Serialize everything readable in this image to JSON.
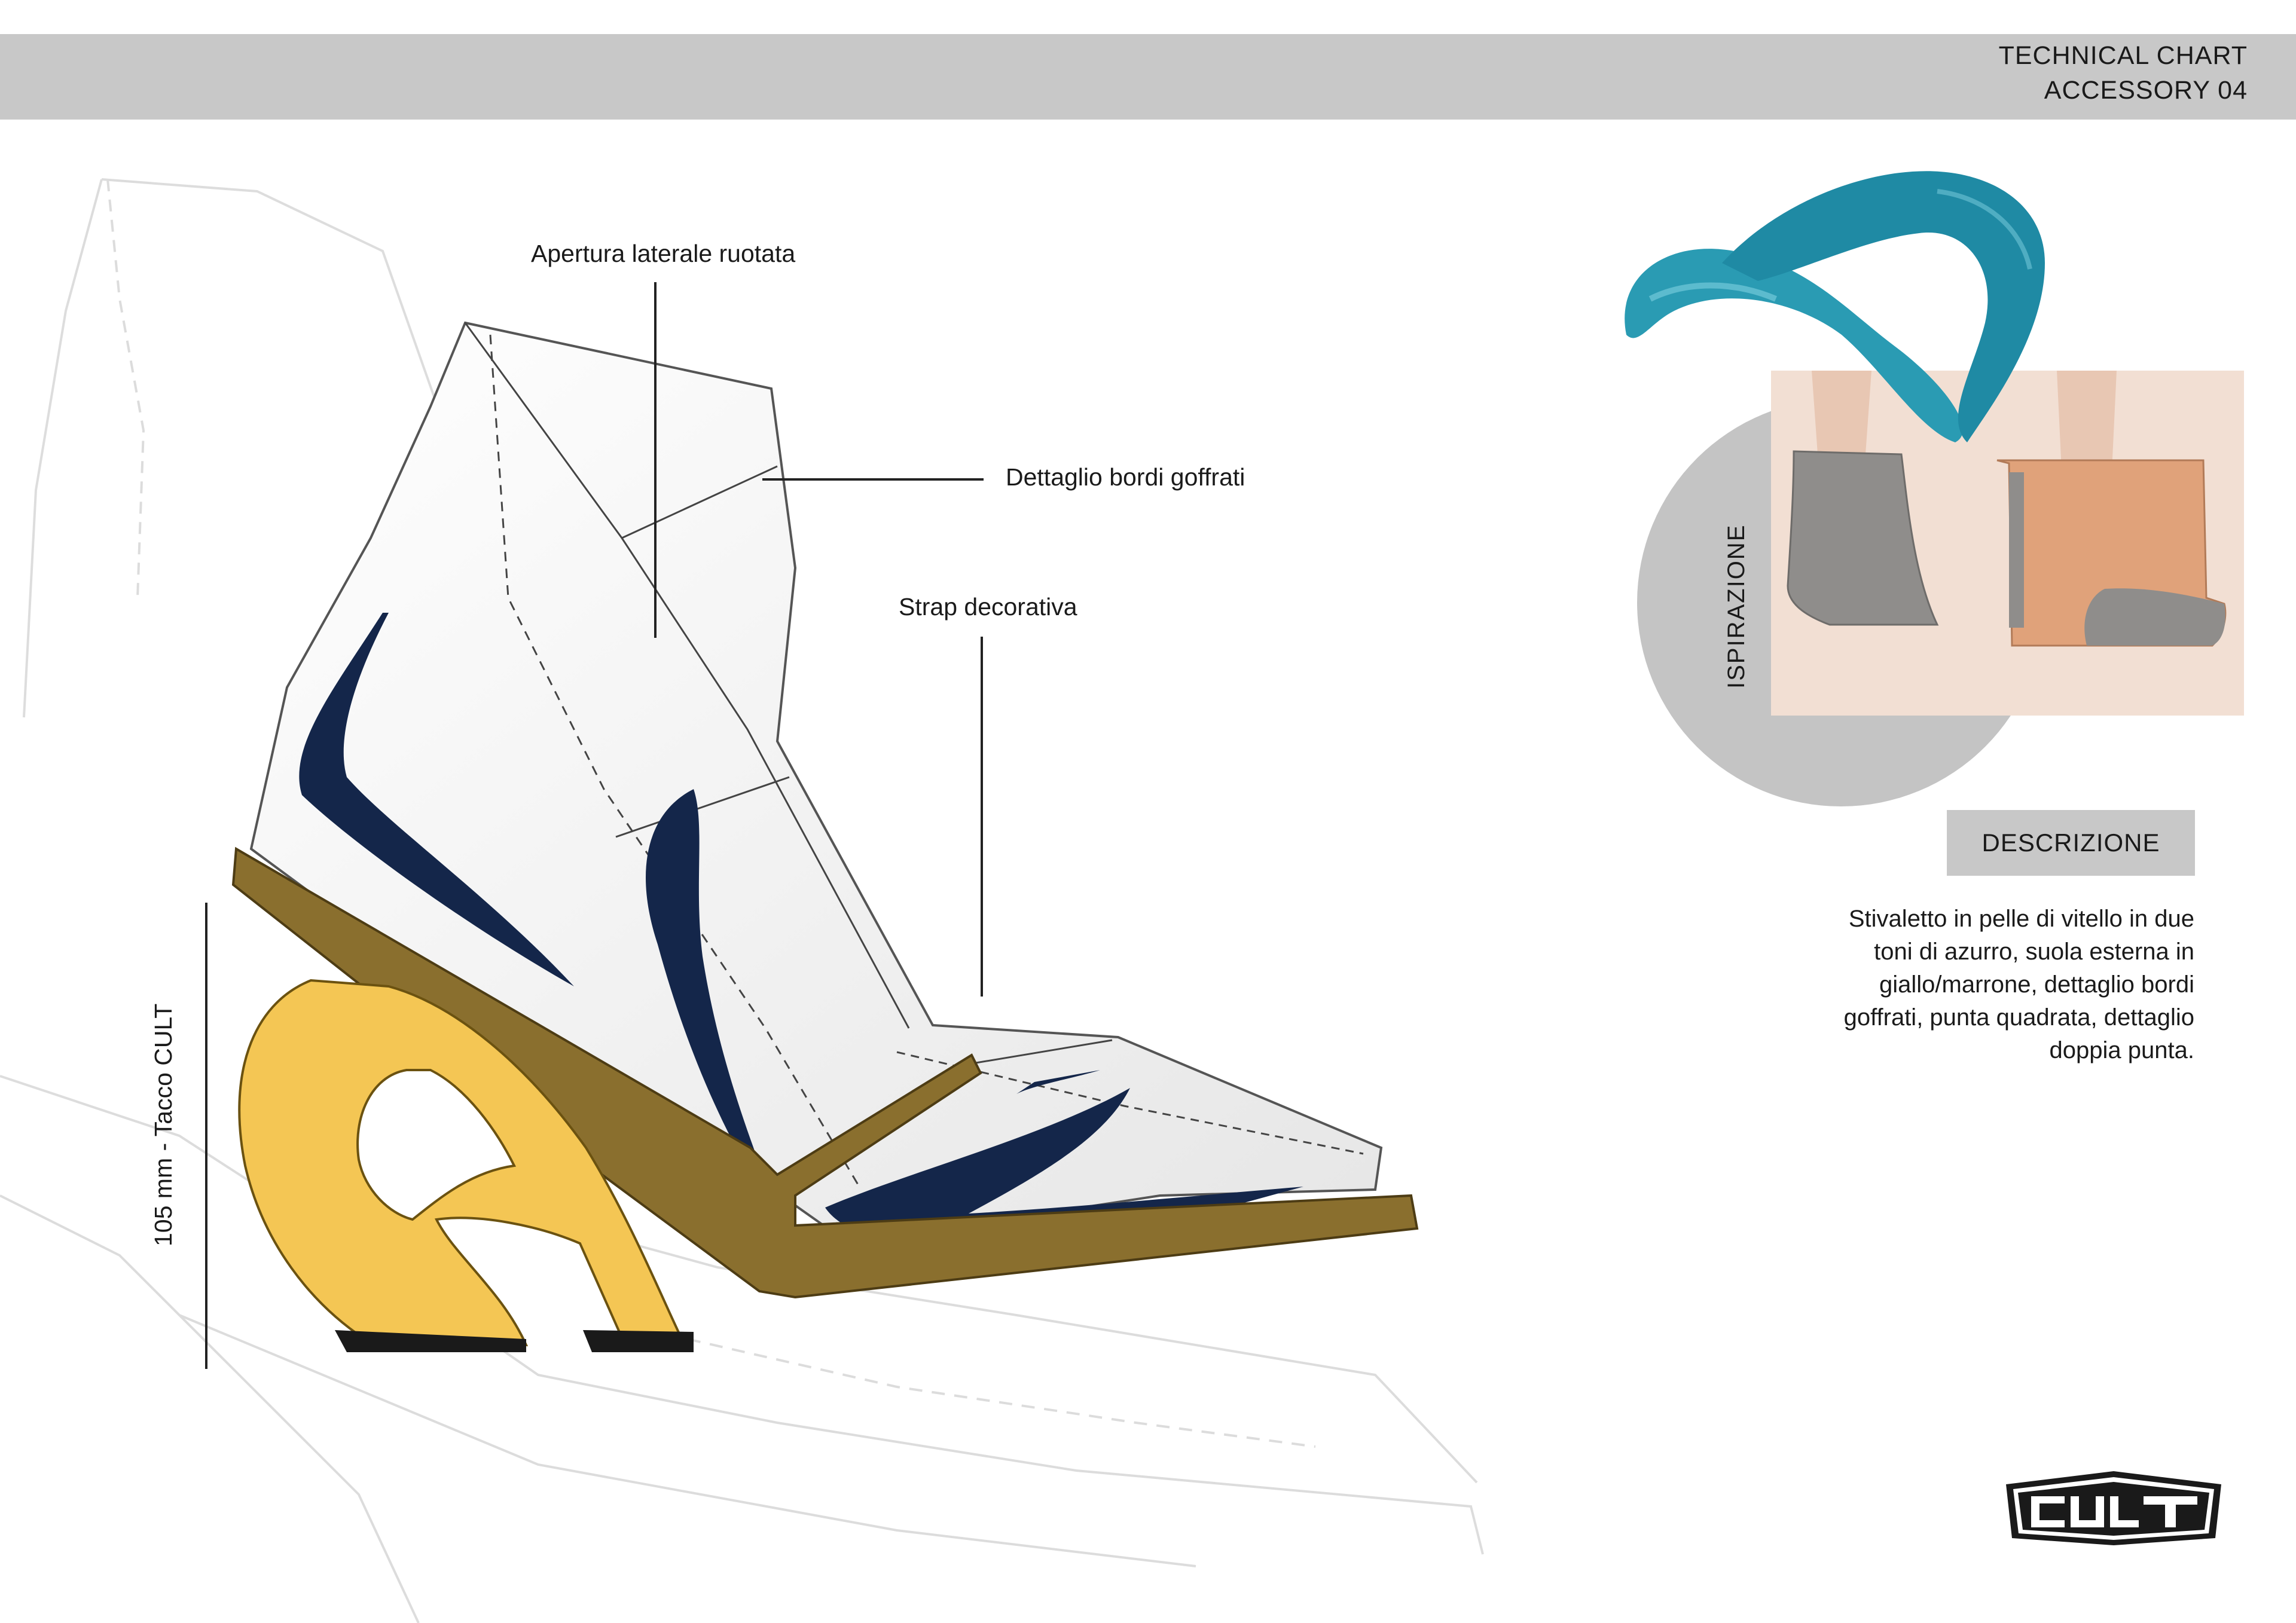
{
  "header": {
    "line1": "TECHNICAL CHART",
    "line2": "ACCESSORY 04"
  },
  "callouts": {
    "apertura": "Apertura laterale ruotata",
    "bordi": "Dettaglio bordi goffrati",
    "strap": "Strap decorativa",
    "heel": "105 mm - Tacco CULT"
  },
  "inspiration": {
    "label": "ISPIRAZIONE"
  },
  "description": {
    "tag": "DESCRIZIONE",
    "text": "Stivaletto in pelle di vitello in due toni di azurro, suola esterna in giallo/marrone, dettaglio bordi goffrati, punta quadrata, dettaglio doppia punta."
  },
  "brand": {
    "logo_text": "CULT"
  },
  "colors": {
    "band_gray": "#c8c8c8",
    "navy_accent": "#14264a",
    "heel_yellow": "#f4c654",
    "sole_brown": "#8a6f2e",
    "turquoise": "#2a9bb3",
    "leather_gray": "#8f8d8b",
    "leather_tan": "#e0a27a"
  }
}
